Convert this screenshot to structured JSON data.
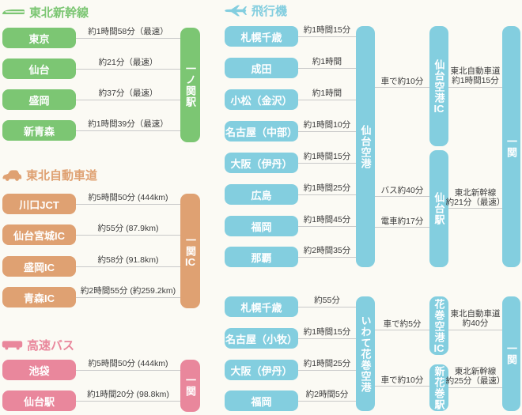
{
  "colors": {
    "bg": "#fbfaf4",
    "shinkansen": "#7cc673",
    "expressway": "#dfa172",
    "bus": "#e9879c",
    "air": "#83cedf",
    "label": "#3c3c3c",
    "line": "#c9c9c9"
  },
  "shinkansen": {
    "title": "東北新幹線",
    "rows": [
      {
        "origin": "東京",
        "time": "約1時間58分（最速）"
      },
      {
        "origin": "仙台",
        "time": "約21分（最速）"
      },
      {
        "origin": "盛岡",
        "time": "約37分（最速）"
      },
      {
        "origin": "新青森",
        "time": "約1時間39分（最速）"
      }
    ],
    "destination": "一ノ関駅"
  },
  "expressway": {
    "title": "東北自動車道",
    "rows": [
      {
        "origin": "川口JCT",
        "time": "約5時間50分 (444km)"
      },
      {
        "origin": "仙台宮城IC",
        "time": "約55分 (87.9km)"
      },
      {
        "origin": "盛岡IC",
        "time": "約58分 (91.8km)"
      },
      {
        "origin": "青森IC",
        "time": "約2時間55分 (約259.2km)"
      }
    ],
    "destination": {
      "kanji": "一関",
      "suffix": "IC"
    }
  },
  "bus": {
    "title": "高速バス",
    "rows": [
      {
        "origin": "池袋",
        "time": "約5時間50分 (444km)"
      },
      {
        "origin": "仙台駅",
        "time": "約1時間20分 (98.8km)"
      }
    ],
    "destination": "一関"
  },
  "air": {
    "title": "飛行機",
    "sendai": {
      "rows": [
        {
          "origin": "札幌千歳",
          "time": "約1時間15分"
        },
        {
          "origin": "成田",
          "time": "約1時間"
        },
        {
          "origin": "小松（金沢）",
          "time": "約1時間"
        },
        {
          "origin": "名古屋（中部）",
          "time": "約1時間10分"
        },
        {
          "origin": "大阪（伊丹）",
          "time": "約1時間15分"
        },
        {
          "origin": "広島",
          "time": "約1時間25分"
        },
        {
          "origin": "福岡",
          "time": "約1時間45分"
        },
        {
          "origin": "那覇",
          "time": "約2時間35分"
        }
      ],
      "hub": "仙台空港",
      "car_to_ic": "車で約10分",
      "ic": {
        "kanji": "仙台空港",
        "suffix": "IC"
      },
      "expressway_leg": {
        "line1": "東北自動車道",
        "line2": "約1時間15分"
      },
      "bus_to_station": "バス約40分",
      "train_to_station": "電車約17分",
      "station": "仙台駅",
      "shinkansen_leg": {
        "line1": "東北新幹線",
        "line2": "約21分（最速）"
      },
      "destination": "一関"
    },
    "hanamaki": {
      "rows": [
        {
          "origin": "札幌千歳",
          "time": "約55分"
        },
        {
          "origin": "名古屋（小牧）",
          "time": "約1時間15分"
        },
        {
          "origin": "大阪（伊丹）",
          "time": "約1時間25分"
        },
        {
          "origin": "福岡",
          "time": "約2時間5分"
        }
      ],
      "hub": "いわて花巻空港",
      "car_to_ic": "車で約5分",
      "ic": {
        "kanji": "花巻空港",
        "suffix": "IC"
      },
      "expressway_leg": {
        "line1": "東北自動車道",
        "line2": "約40分"
      },
      "car_to_station": "車で約10分",
      "station": "新花巻駅",
      "shinkansen_leg": {
        "line1": "東北新幹線",
        "line2": "約25分（最速）"
      },
      "destination": "一関"
    }
  }
}
